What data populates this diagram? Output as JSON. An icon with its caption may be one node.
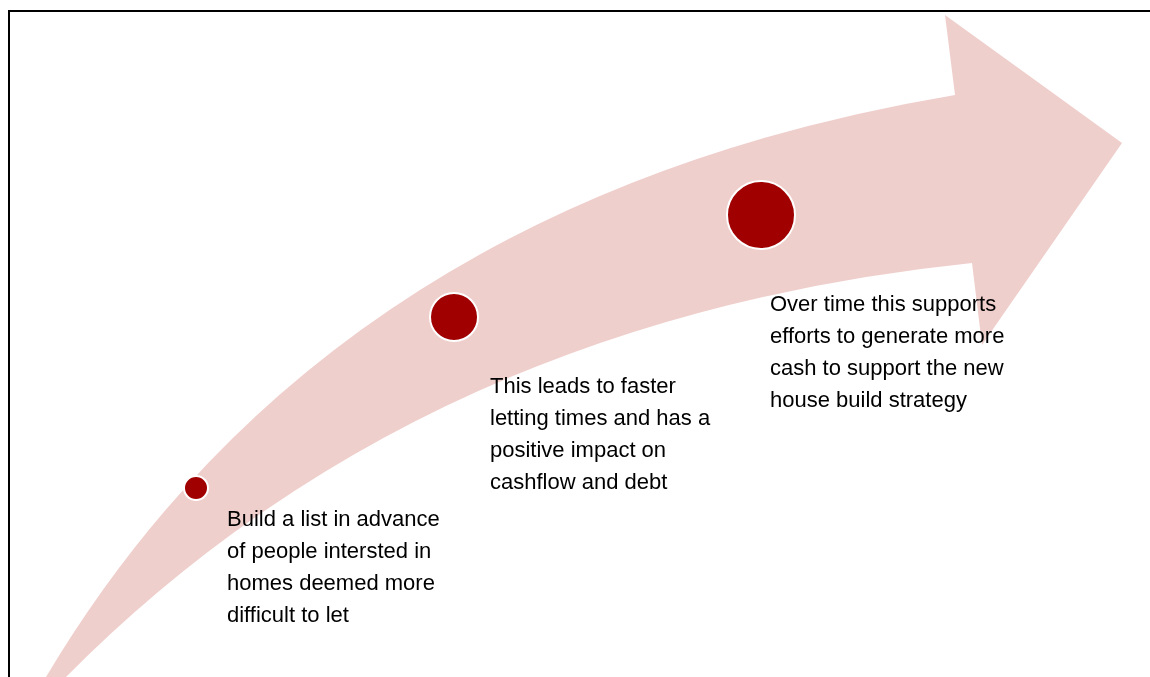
{
  "diagram": {
    "nodes": [
      {
        "text": [],
        "shape": "circle",
        "beside": [
          "Build a list in advance of people intersted in homes deemed more difficult to let"
        ]
      },
      {
        "text": [],
        "shape": "circle",
        "beside": [
          "This leads to faster letting times and has a positive impact on cashflow and debt"
        ]
      },
      {
        "text": [],
        "shape": "circle",
        "beside": [
          "Over time this supports efforts to generate more cash to support the new house build strategy"
        ]
      }
    ]
  }
}
